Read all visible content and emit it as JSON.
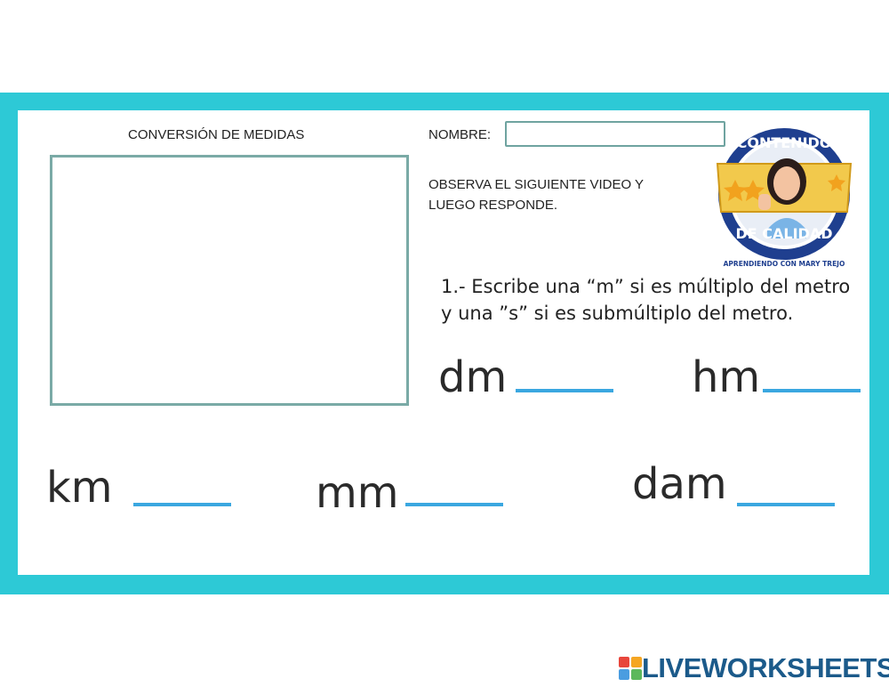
{
  "worksheet": {
    "title": "CONVERSIÓN DE MEDIDAS",
    "name_label": "NOMBRE:",
    "name_value": "",
    "instruction_line1": "OBSERVA EL SIGUIENTE VIDEO Y",
    "instruction_line2": "LUEGO RESPONDE.",
    "question_line1": "1.- Escribe una “m” si es múltiplo del metro",
    "question_line2": "y una ”s” si es submúltiplo del metro."
  },
  "logo": {
    "top_text": "CONTENIDO",
    "bottom_text": "DE CALIDAD",
    "tagline": "APRENDIENDO CON MARY TREJO"
  },
  "units": [
    {
      "label": "dm",
      "answer": ""
    },
    {
      "label": "hm",
      "answer": ""
    },
    {
      "label": "km",
      "answer": ""
    },
    {
      "label": "mm",
      "answer": ""
    },
    {
      "label": "dam",
      "answer": ""
    }
  ],
  "footer": {
    "brand": "LIVEWORKSHEETS"
  },
  "colors": {
    "frame": "#2dc9d6",
    "answer_line": "#3aa7e0",
    "brand": "#1b5a8a"
  }
}
